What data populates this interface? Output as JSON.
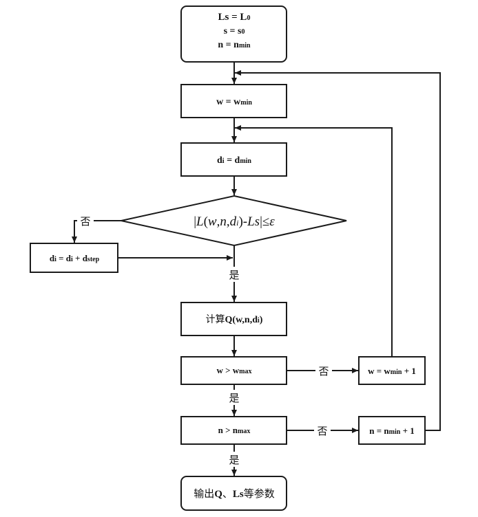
{
  "init": {
    "line1": {
      "main": "Ls = L",
      "sub": "0"
    },
    "line2": {
      "main": "s = s",
      "sub": "0"
    },
    "line3": {
      "main": "n = n",
      "sub": "min"
    }
  },
  "set_w": {
    "main": "w = w",
    "sub": "min"
  },
  "set_d": {
    "a": "d",
    "a_sub": "i",
    "b": " = d",
    "b_sub": "min"
  },
  "condition": {
    "t1": "|",
    "t2": "L",
    "t3": "(",
    "t4": "w",
    "t5": ",",
    "t6": "n",
    "t7": ",",
    "t8": "d",
    "t8_sub": "i",
    "t9": ")-",
    "t10": "Ls",
    "t11": "|≤",
    "t12": "ε"
  },
  "step_d": {
    "a": "d",
    "a_sub": "i",
    "b": " = d",
    "b_sub": "i",
    "c": " + d",
    "c_sub": "step"
  },
  "calc": {
    "prefix": "计算",
    "a": "Q(w,n,d",
    "a_sub": "i",
    "b": ")"
  },
  "check_w": {
    "main": "w > w",
    "sub": "max"
  },
  "inc_w": {
    "main": "w = w",
    "sub": "min",
    "tail": " + 1"
  },
  "check_n": {
    "main": "n > n",
    "sub": "max"
  },
  "inc_n": {
    "main": "n = n",
    "sub": "min",
    "tail": " + 1"
  },
  "output": {
    "prefix": "输出",
    "a": "Q",
    "b": "、",
    "c": "Ls",
    "d": "等参数"
  },
  "labels": {
    "no": "否",
    "yes": "是"
  }
}
